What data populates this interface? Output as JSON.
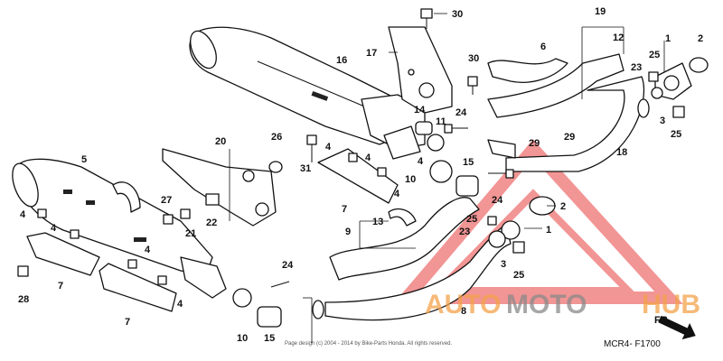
{
  "diagram": {
    "code": "MCR4- F1700",
    "fr_label": "FR.",
    "copyright": "Page design (c) 2004 - 2014 by Bike-Parts Honda. All rights reserved."
  },
  "watermark": {
    "part1": "AUTO",
    "part2": "MOTO",
    "part3": "HUB",
    "color_orange": "#f4a24a",
    "color_gray": "#8a8a8a",
    "color_red": "#e84040"
  },
  "labels": {
    "p1": "1",
    "p2": "2",
    "p3": "3",
    "p4": "4",
    "p5": "5",
    "p6": "6",
    "p7": "7",
    "p8": "8",
    "p9": "9",
    "p10": "10",
    "p11": "11",
    "p12": "12",
    "p13": "13",
    "p14": "14",
    "p15": "15",
    "p16": "16",
    "p17": "17",
    "p18": "18",
    "p19": "19",
    "p20": "20",
    "p21": "21",
    "p22": "22",
    "p23": "23",
    "p24": "24",
    "p25": "25",
    "p26": "26",
    "p27": "27",
    "p28": "28",
    "p29": "29",
    "p30": "30",
    "p31": "31"
  }
}
